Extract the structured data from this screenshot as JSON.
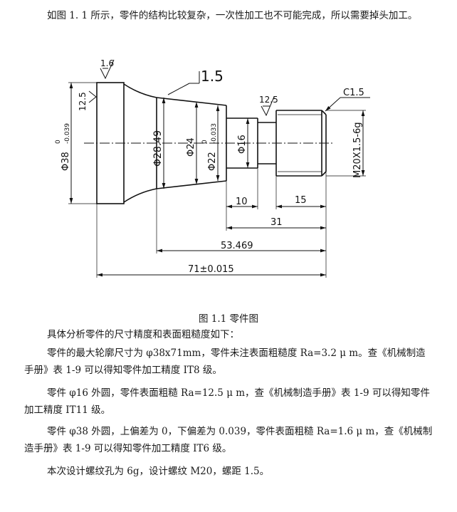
{
  "intro_text": "如图 1. 1 所示，零件的结构比较复杂，一次性加工也不可能完成，所以需要掉头加工。",
  "figure": {
    "caption": "图 1.1  零件图",
    "roughness": {
      "r1": "1.6",
      "r2": "12.5",
      "r3": "1.5",
      "r4": "12.5"
    },
    "chamfer": "C1.5",
    "diameters": {
      "d38": "Φ38",
      "d38_tol_upper": "0",
      "d38_tol_lower": "-0.039",
      "d28": "Φ28.49",
      "d24": "Φ24",
      "d22": "Φ22",
      "d22_tol_upper": "0",
      "d22_tol_lower": "-0.033",
      "d16": "Φ16",
      "thread": "M20X1.5-6g"
    },
    "lengths": {
      "l10": "10",
      "l15": "15",
      "l31": "31",
      "l53": "53.469",
      "l71": "71±0.015"
    }
  },
  "paragraphs": [
    "具体分析零件的尺寸精度和表面粗糙度如下：",
    "零件的最大轮廓尺寸为 φ38x71mm，零件未注表面粗糙度 Ra=3.2 μ m。查《机械制造手册》表 1-9 可以得知零件加工精度 IT8 级。",
    "零件 φ16 外圆，零件表面粗糙 Ra=12.5 μ m，查《机械制造手册》表 1-9 可以得知零件加工精度 IT11 级。",
    "零件 φ38 外圆，上偏差为 0，下偏差为 0.039，零件表面粗糙 Ra=1.6 μ m，查《机械制造手册》表 1-9 可以得知零件加工精度 IT6 级。",
    "本次设计螺纹孔为 6g，设计螺纹 M20，螺距 1.5。"
  ]
}
